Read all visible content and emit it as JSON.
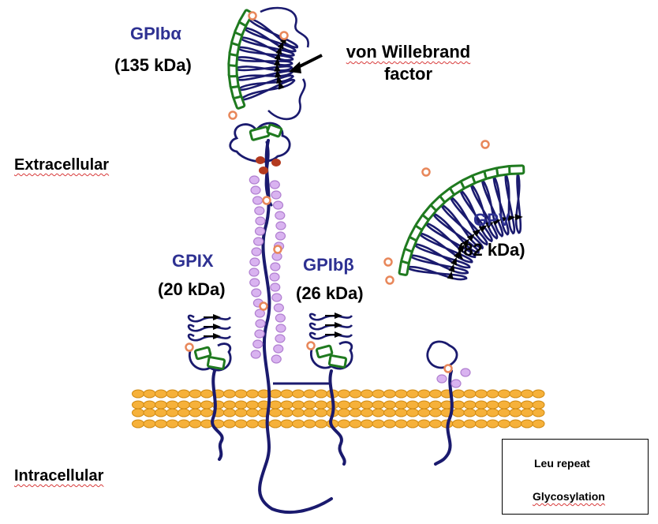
{
  "regions": {
    "extracellular": "Extracellular",
    "intracellular": "Intracellular"
  },
  "proteins": {
    "gpiba": {
      "name": "GPIbα",
      "mass": "(135 kDa)"
    },
    "gpix": {
      "name": "GPIX",
      "mass": "(20 kDa)"
    },
    "gpibb": {
      "name": "GPIbβ",
      "mass": "(26 kDa)"
    },
    "gpv": {
      "name": "GPV",
      "mass": "(82 kDa)"
    }
  },
  "annotation": {
    "vwf_line1": "von Willebrand",
    "vwf_line2": "factor"
  },
  "legend": {
    "leu_repeat": "Leu repeat",
    "glycosylation": "Glycosylation"
  },
  "colors": {
    "protein_label": "#2e3192",
    "chain": "#1a1a6e",
    "leu_repeat": "#1f7a1f",
    "arrow": "#000000",
    "glyco": "#d9b3f0",
    "glyco_stroke": "#b07fd0",
    "lipid_head": "#f6b13a",
    "lipid_stroke": "#d08a12",
    "sialic": "#e8875a",
    "disulfide": "#b33a1f"
  }
}
